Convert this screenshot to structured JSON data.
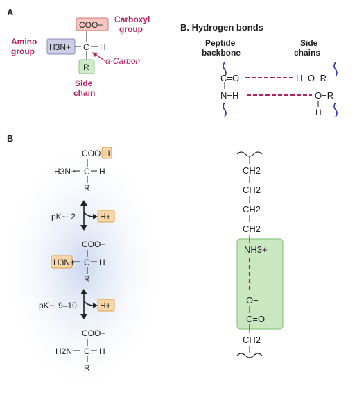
{
  "panel_a": {
    "label": "A",
    "amino_group": [
      "Amino",
      "group"
    ],
    "carboxyl_group": [
      "Carboxyl",
      "group"
    ],
    "side_chain": [
      "Side",
      "chain"
    ],
    "alpha_carbon": "α-Carbon",
    "coo": "COO−",
    "h3n": "H3N+",
    "c": "C",
    "h": "H",
    "r": "R"
  },
  "panel_b_hbonds": {
    "title": "B.  Hydrogen bonds",
    "peptide_backbone": [
      "Peptide",
      "backbone"
    ],
    "side_chains": [
      "Side",
      "chains"
    ],
    "row1_left": "C=O",
    "row1_right": "H−O−R",
    "row2_left": "N−H",
    "row2_right": "O−R",
    "row2_h": "H"
  },
  "panel_b": {
    "label": "B",
    "top": {
      "cooh": "COOH",
      "h3n": "H3N+",
      "c": "C",
      "h": "H",
      "r": "R"
    },
    "pk1": "pK∼ 2",
    "h_plus": "H+",
    "middle": {
      "coo": "COO−",
      "h3n": "H3N+",
      "c": "C",
      "h": "H",
      "r": "R"
    },
    "pk2": "pK∼ 9–10",
    "bottom": {
      "coo": "COO−",
      "h2n": "H2N",
      "c": "C",
      "h": "H",
      "r": "R"
    }
  },
  "salt_bridge": {
    "ch2": "CH2",
    "nh3": "NH3+",
    "o_minus": "O−",
    "c_eq_o": "C=O"
  },
  "colors": {
    "magenta": "#b3245f",
    "coo_box": "#f6c6c2",
    "amino_box": "#cfcde6",
    "side_box": "#cfeacb",
    "proton_box": "#f9d7a8",
    "green_box": "#c9e8c2",
    "wavy": "#2f3ca6"
  }
}
